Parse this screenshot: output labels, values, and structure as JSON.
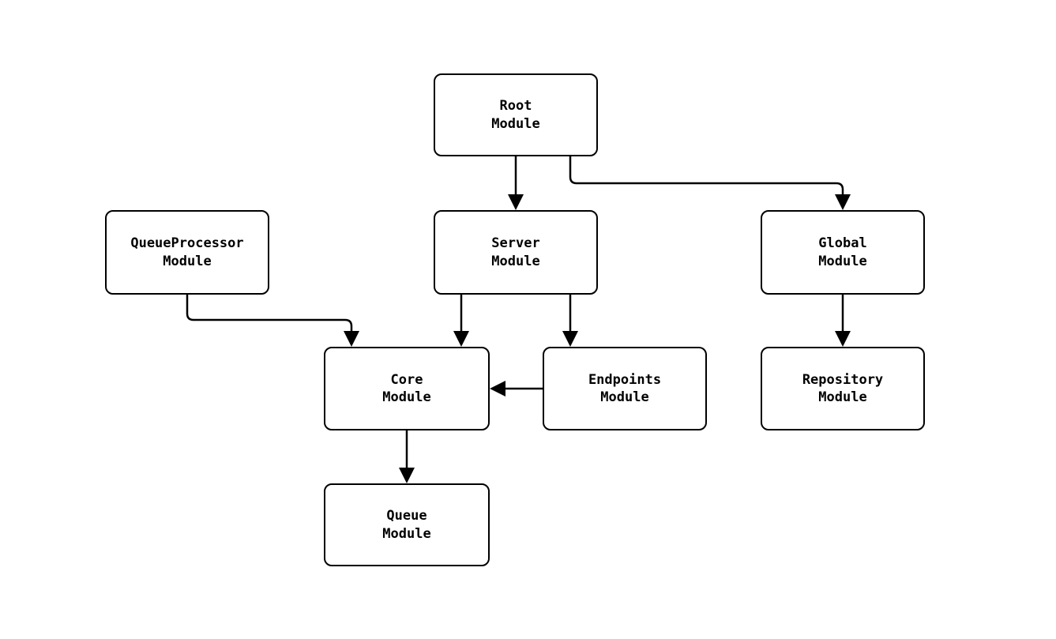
{
  "diagram": {
    "type": "module-dependency-graph",
    "colors": {
      "background": "#ffffff",
      "node_fill": "#ffffff",
      "node_border": "#000000",
      "edge_stroke": "#000000",
      "text": "#000000"
    },
    "nodes": {
      "root": {
        "label": "Root\nModule"
      },
      "queueprocessor": {
        "label": "QueueProcessor\nModule"
      },
      "server": {
        "label": "Server\nModule"
      },
      "global": {
        "label": "Global\nModule"
      },
      "core": {
        "label": "Core\nModule"
      },
      "endpoints": {
        "label": "Endpoints\nModule"
      },
      "repository": {
        "label": "Repository\nModule"
      },
      "queue": {
        "label": "Queue\nModule"
      }
    },
    "edges": [
      {
        "from": "Root Module",
        "to": "Server Module"
      },
      {
        "from": "Root Module",
        "to": "Global Module"
      },
      {
        "from": "QueueProcessor Module",
        "to": "Core Module"
      },
      {
        "from": "Server Module",
        "to": "Core Module"
      },
      {
        "from": "Server Module",
        "to": "Endpoints Module"
      },
      {
        "from": "Endpoints Module",
        "to": "Core Module"
      },
      {
        "from": "Global Module",
        "to": "Repository Module"
      },
      {
        "from": "Core Module",
        "to": "Queue Module"
      }
    ]
  }
}
